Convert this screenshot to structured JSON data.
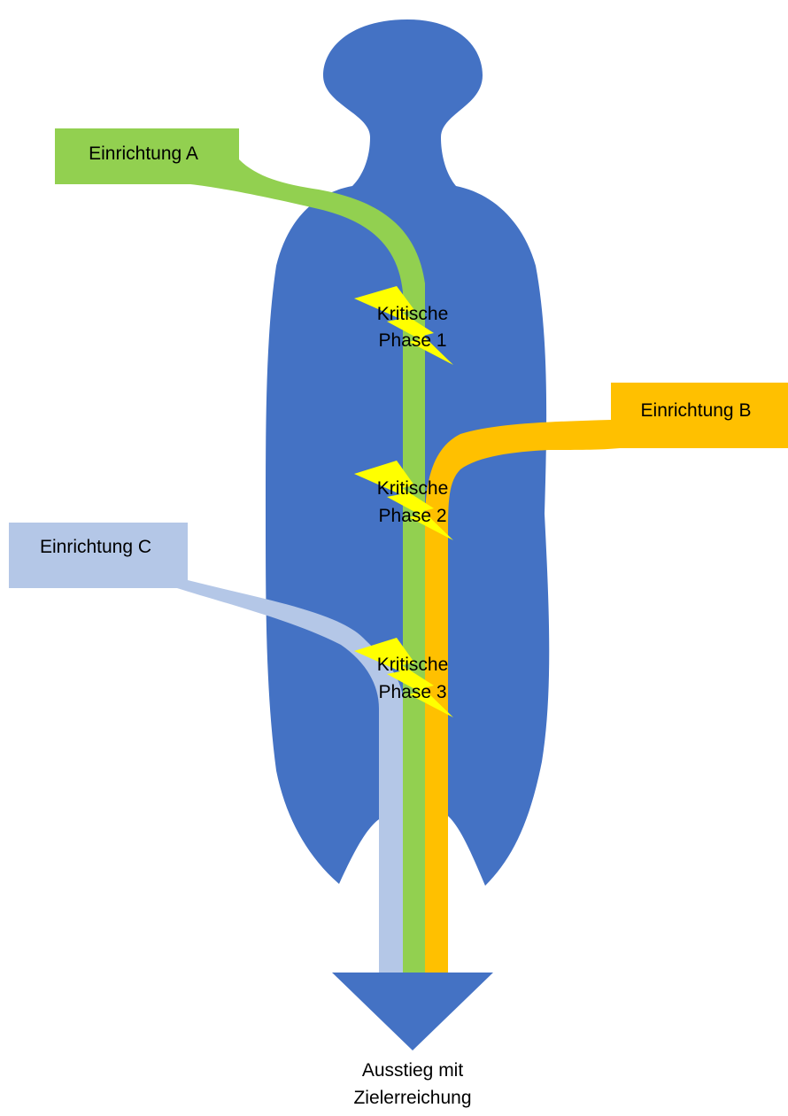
{
  "diagram": {
    "colors": {
      "person": "#4472C4",
      "einrichtung_a": "#92D050",
      "einrichtung_b": "#FFC000",
      "einrichtung_c": "#B4C7E7",
      "lightning": "#FFFF00",
      "text": "#000000"
    },
    "labels": {
      "einrichtung_a": "Einrichtung A",
      "einrichtung_b": "Einrichtung B",
      "einrichtung_c": "Einrichtung C"
    },
    "phases": [
      {
        "line1": "Kritische",
        "line2": "Phase 1"
      },
      {
        "line1": "Kritische",
        "line2": "Phase 2"
      },
      {
        "line1": "Kritische",
        "line2": "Phase 3"
      }
    ],
    "exit": {
      "line1": "Ausstieg mit",
      "line2": "Zielerreichung"
    }
  }
}
